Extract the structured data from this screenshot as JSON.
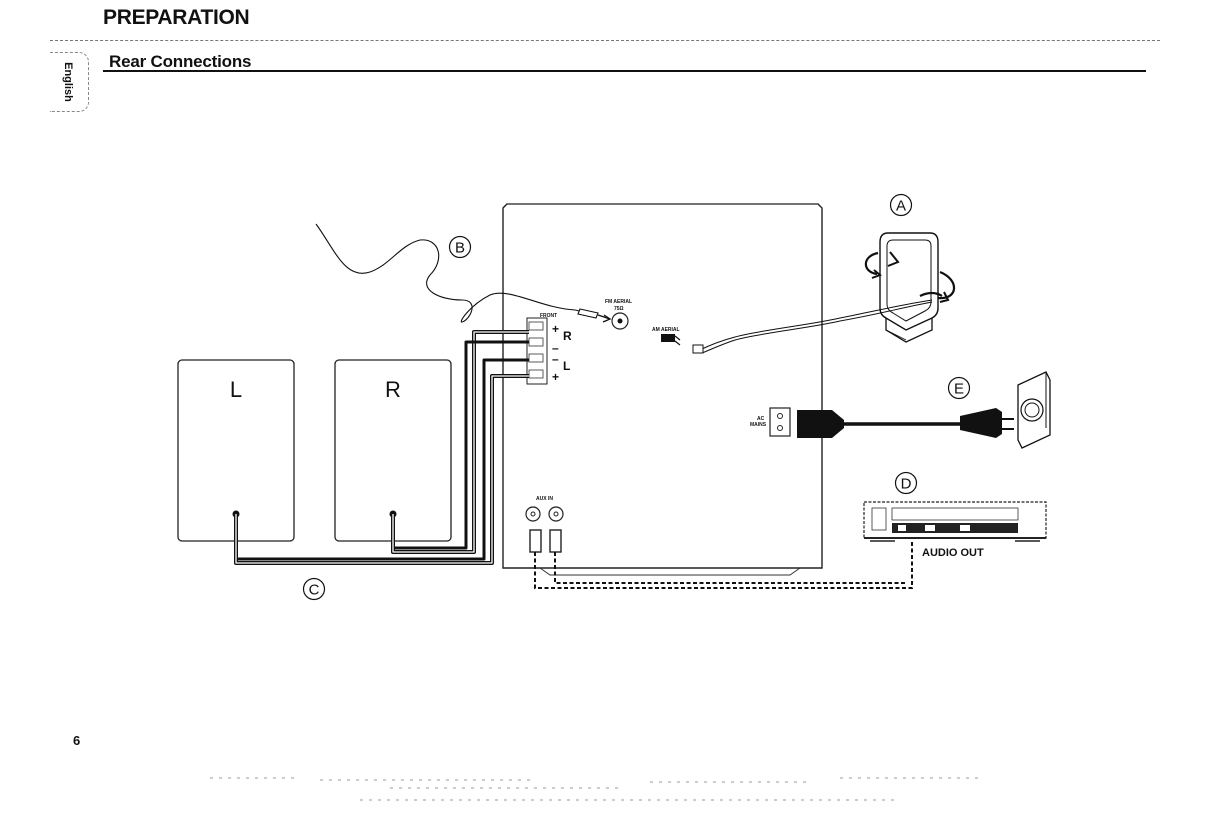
{
  "header": {
    "section_title": "PREPARATION",
    "sub_title": "Rear Connections",
    "language_tab": "English"
  },
  "diagram": {
    "callouts": {
      "a": "A",
      "b": "B",
      "c": "C",
      "d": "D",
      "e": "E"
    },
    "speakers": {
      "left": "L",
      "right": "R"
    },
    "panel_labels": {
      "front": "FRONT",
      "fm_aerial": "FM AERIAL",
      "fm_ohm": "75Ω",
      "am_aerial": "AM AERIAL",
      "ac_mains_1": "AC",
      "ac_mains_2": "MAINS",
      "aux_in": "AUX IN",
      "terminal_plus_r": "+",
      "terminal_r": "R",
      "terminal_minus_1": "–",
      "terminal_minus_2": "–",
      "terminal_l": "L",
      "terminal_plus_l": "+"
    },
    "audio_out": "AUDIO OUT"
  },
  "footer": {
    "page_number": "6"
  }
}
